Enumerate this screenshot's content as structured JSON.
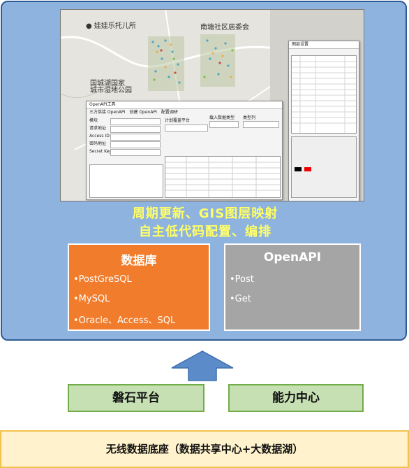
{
  "caption": {
    "line1": "周期更新、GIS图层映射",
    "line2": "自主低代码配置、编排"
  },
  "database": {
    "title": "数据库",
    "items": [
      "•PostGreSQL",
      "•MySQL",
      "•Oracle、Access、SQL"
    ]
  },
  "openapi": {
    "title": "OpenAPI",
    "items": [
      "•Post",
      "•Get"
    ]
  },
  "platforms": {
    "left": "磐石平台",
    "right": "能力中心"
  },
  "base": {
    "label": "无线数据底座（数据共享中心+大数据湖）"
  },
  "colors": {
    "panel": "#8fb3df",
    "panel_border": "#2e5d95",
    "caption": "#ffff66",
    "database": "#f07c2c",
    "openapi": "#a5a5a5",
    "green_fill": "#c6e0b4",
    "base_fill": "#fff2cc",
    "arrow": "#5b8bc9"
  }
}
